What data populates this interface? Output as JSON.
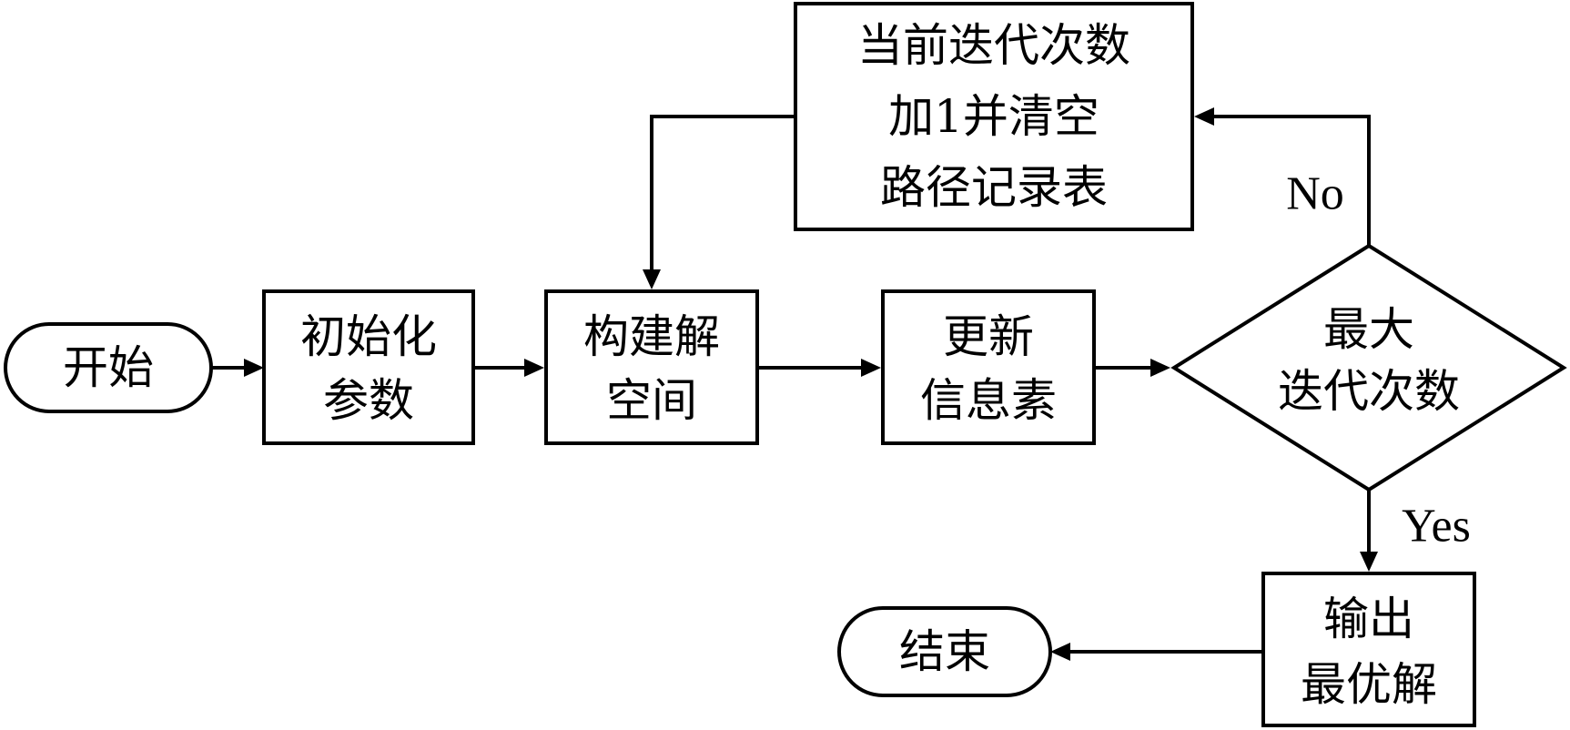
{
  "nodes": {
    "start": {
      "shape": "terminal",
      "lines": [
        "开始"
      ]
    },
    "init": {
      "shape": "process",
      "lines": [
        "初始化",
        "参数"
      ]
    },
    "construct": {
      "shape": "process",
      "lines": [
        "构建解",
        "空间"
      ]
    },
    "update": {
      "shape": "process",
      "lines": [
        "更新",
        "信息素"
      ]
    },
    "decision": {
      "shape": "decision",
      "lines": [
        "最大",
        "迭代次数"
      ]
    },
    "increment": {
      "shape": "process",
      "lines": [
        "当前迭代次数",
        "加1并清空",
        "路径记录表"
      ]
    },
    "output": {
      "shape": "process",
      "lines": [
        "输出",
        "最优解"
      ]
    },
    "end": {
      "shape": "terminal",
      "lines": [
        "结束"
      ]
    }
  },
  "edges": {
    "start_to_init": {
      "from": "start",
      "to": "init",
      "label": ""
    },
    "init_to_construct": {
      "from": "init",
      "to": "construct",
      "label": ""
    },
    "construct_to_update": {
      "from": "construct",
      "to": "update",
      "label": ""
    },
    "update_to_decision": {
      "from": "update",
      "to": "decision",
      "label": ""
    },
    "decision_no": {
      "from": "decision",
      "to": "increment",
      "label": "No"
    },
    "increment_to_construct": {
      "from": "increment",
      "to": "construct",
      "label": ""
    },
    "decision_yes": {
      "from": "decision",
      "to": "output",
      "label": "Yes"
    },
    "output_to_end": {
      "from": "output",
      "to": "end",
      "label": ""
    }
  },
  "colors": {
    "stroke": "#000000",
    "fill": "#ffffff",
    "text": "#000000"
  }
}
